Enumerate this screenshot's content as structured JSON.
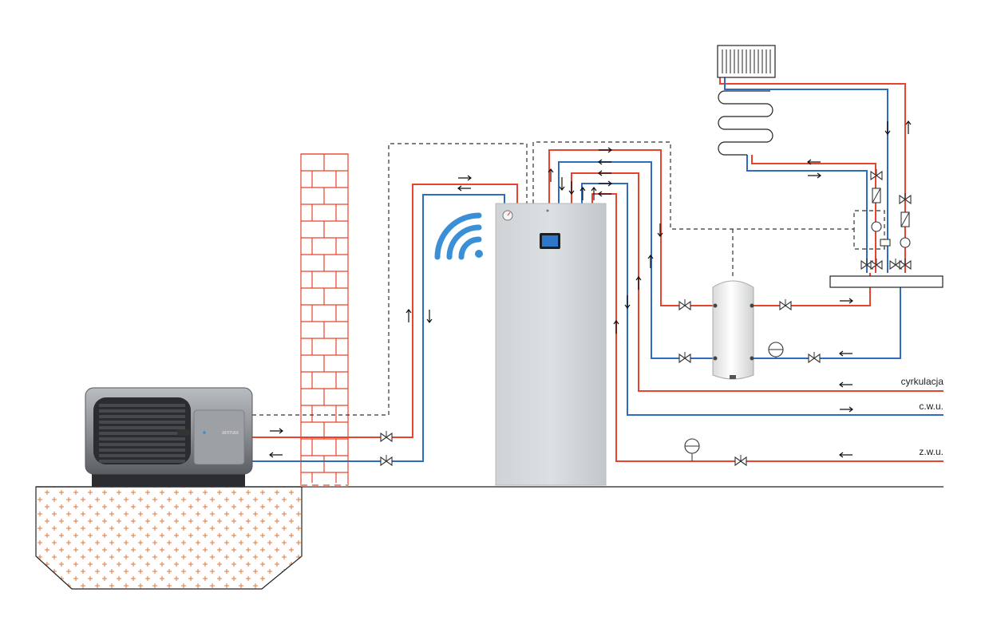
{
  "labels": {
    "circulation": "cyrkulacja",
    "hot_water": "c.w.u.",
    "cold_water": "z.w.u."
  },
  "outdoor_unit": {
    "brand": "airmax"
  },
  "colors": {
    "supply": "#e8432c",
    "return": "#2f6cc0",
    "control": "#333333",
    "wifi": "#3b8fd6"
  }
}
